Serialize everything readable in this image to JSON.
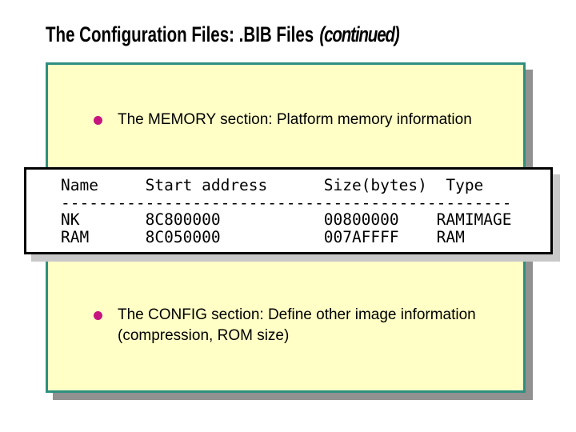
{
  "slide": {
    "title": {
      "main": "The Configuration Files: .BIB Files ",
      "emphasis": "(continued)"
    },
    "bullets": [
      {
        "label": "The MEMORY section: Platform memory information"
      },
      {
        "label": "The CONFIG section: Define other image information (compression, ROM size)"
      }
    ],
    "memory_table": {
      "headers": [
        "Name",
        "Start address",
        "Size(bytes)",
        "Type"
      ],
      "rows": [
        [
          "NK",
          "8C800000",
          "00800000",
          "RAMIMAGE"
        ],
        [
          "RAM",
          "8C050000",
          "007AFFFF",
          "RAM"
        ]
      ],
      "text": "Name     Start address      Size(bytes)  Type\n------------------------------------------------\nNK       8C800000           00800000    RAMIMAGE\nRAM      8C050000           007AFFFF    RAM"
    },
    "colors": {
      "box_background": "#FFFFC6",
      "box_border": "#2E8F80",
      "box_shadow": "#919191",
      "bullet": "#C6157E",
      "table_border": "#000000",
      "table_shadow": "#C9C9C9",
      "text": "#000000"
    }
  }
}
